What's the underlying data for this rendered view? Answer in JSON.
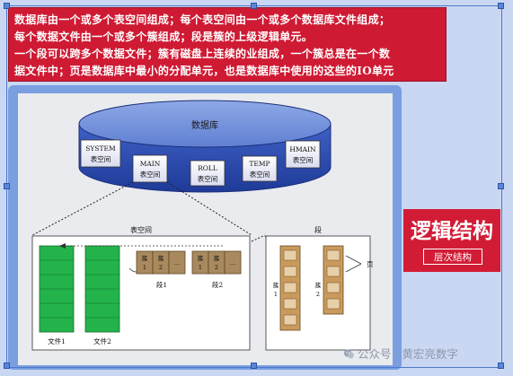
{
  "description_box": {
    "lines": [
      "数据库由一个或多个表空间组成；每个表空间由一个或多个数据库文件组成；",
      "每个数据文件由一个或多个簇组成；段是簇的上级逻辑单元。",
      "一个段可以跨多个数据文件；簇有磁盘上连续的业组成，一个簇总是在一个数",
      "据文件中；页是数据库中最小的分配单元，也是数据库中使用的这些的IO单元"
    ]
  },
  "side_label": {
    "title": "逻辑结构",
    "subtitle": "层次结构"
  },
  "diagram": {
    "database_label": "数据库",
    "tablespaces": [
      {
        "name": "SYSTEM",
        "sub": "表空间"
      },
      {
        "name": "MAIN",
        "sub": "表空间"
      },
      {
        "name": "ROLL",
        "sub": "表空间"
      },
      {
        "name": "TEMP",
        "sub": "表空间"
      },
      {
        "name": "HMAIN",
        "sub": "表空间"
      }
    ],
    "tablespace_box_label": "表空间",
    "segment_box_label": "段",
    "files": [
      "文件1",
      "文件2"
    ],
    "cluster_cells": [
      {
        "t1": "簇",
        "t2": "1"
      },
      {
        "t1": "簇",
        "t2": "2"
      },
      {
        "t1": "…",
        "t2": ""
      },
      {
        "t1": "簇",
        "t2": "1"
      },
      {
        "t1": "簇",
        "t2": "2"
      },
      {
        "t1": "…",
        "t2": ""
      }
    ],
    "segments": [
      "段1",
      "段2"
    ],
    "cluster_columns": [
      {
        "t1": "簇",
        "t2": "1"
      },
      {
        "t1": "簇",
        "t2": "2"
      }
    ],
    "page_label": "页"
  },
  "watermark": "公众号 · 黄宏亮数字"
}
